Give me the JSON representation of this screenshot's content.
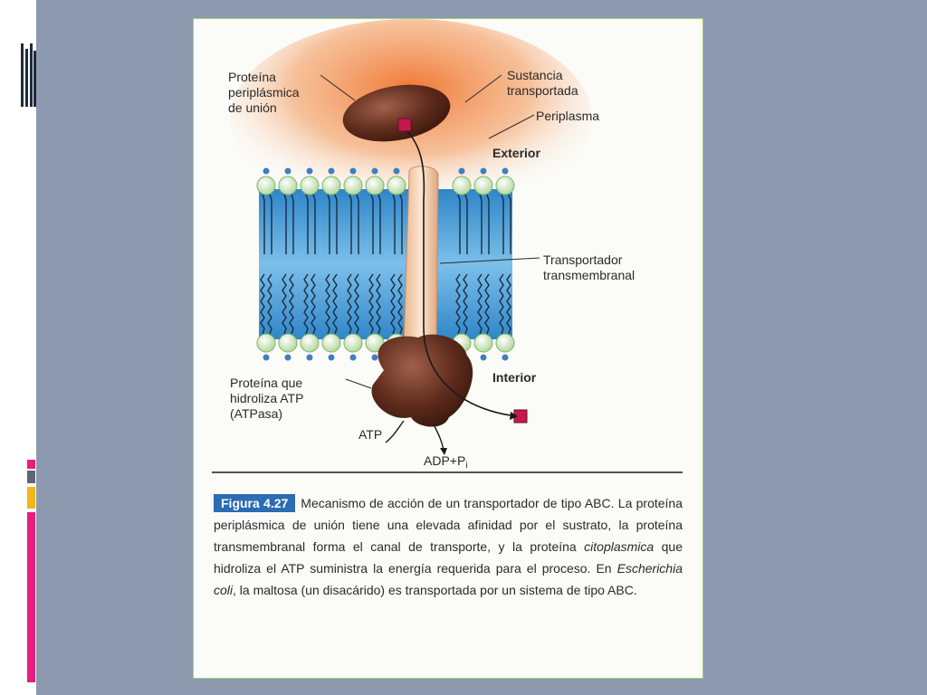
{
  "theme": {
    "background": "#8d99ae",
    "panel_border": "#9fce7a",
    "accent_pink": "#e61e7d",
    "accent_yellow": "#f2b51b",
    "accent_grey": "#5d6675",
    "figure_badge": "#2b6cb3"
  },
  "figure": {
    "labels": {
      "periplasmic_protein": "Proteína\nperiplásmica\nde unión",
      "transported_substance": "Sustancia\ntransportada",
      "periplasm": "Periplasma",
      "exterior": "Exterior",
      "transporter": "Transportador\ntransmembranal",
      "interior": "Interior",
      "atpase": "Proteína que\nhidroliza ATP\n(ATPasa)",
      "atp": "ATP",
      "adp": "ADP+P",
      "adp_sub": "i"
    }
  },
  "caption": {
    "badge": "Figura 4.27",
    "part1": "Mecanismo de acción de un transportador de tipo ABC. La proteína periplásmica de unión tiene una elevada afinidad por el sustrato, la proteína transmembranal forma el canal de transporte, y la proteína ",
    "italic1": "citoplasmica",
    "part2": " que hidroliza el ATP suministra la energía requerida para el proceso. En ",
    "italic2": "Escherichia coli",
    "part3": ", la maltosa (un disacárido) es transportada por un sistema de tipo ABC."
  }
}
